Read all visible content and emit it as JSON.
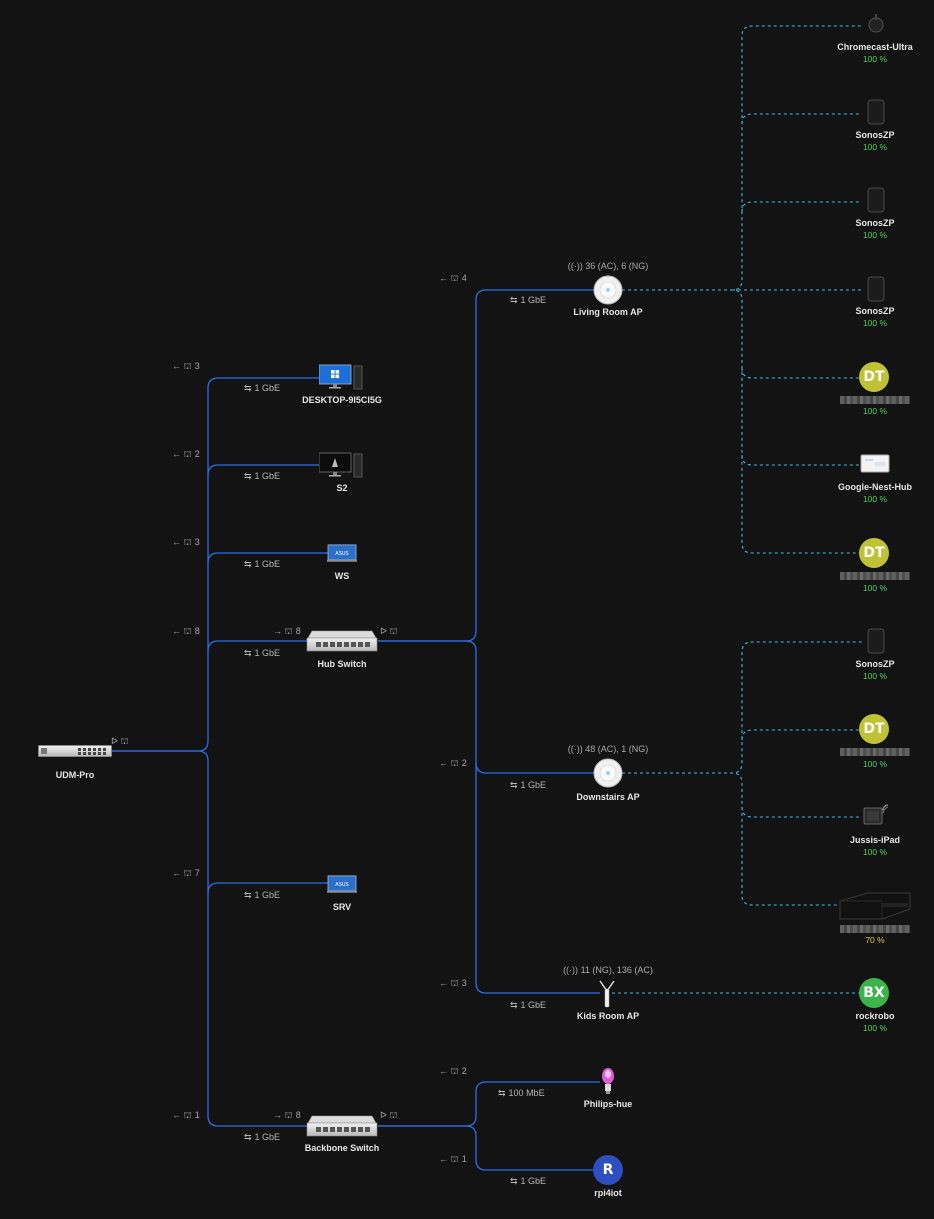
{
  "colors": {
    "background": "#131313",
    "wired_link": "#2d6fe6",
    "wireless_link": "#46b7e6",
    "signal_good": "#4fd164",
    "avatar_dt": "#bfc234",
    "avatar_bx": "#3bb54a",
    "avatar_r": "#2d4fbf"
  },
  "gateway": {
    "label": "UDM-Pro",
    "icon": "udm-pro-device-icon"
  },
  "gateway_ports": [
    {
      "port": "3",
      "speed": "1 GbE",
      "device": "DESKTOP-9I5CI5G",
      "icon": "windows-desktop-icon"
    },
    {
      "port": "2",
      "speed": "1 GbE",
      "device": "S2",
      "icon": "linux-desktop-icon"
    },
    {
      "port": "3",
      "speed": "1 GbE",
      "device": "WS",
      "icon": "asus-laptop-icon"
    },
    {
      "port": "8",
      "speed": "1 GbE",
      "device": "Hub Switch",
      "icon": "switch-device-icon"
    },
    {
      "port": "7",
      "speed": "1 GbE",
      "device": "SRV",
      "icon": "asus-laptop-icon"
    },
    {
      "port": "1",
      "speed": "1 GbE",
      "device": "Backbone Switch",
      "icon": "switch-device-icon"
    }
  ],
  "hub_switch": {
    "uplink_port": "8",
    "downlinks": [
      {
        "port": "4",
        "speed": "1 GbE",
        "device": "Living Room AP",
        "ssid": "36 (AC), 6 (NG)"
      },
      {
        "port": "2",
        "speed": "1 GbE",
        "device": "Downstairs AP",
        "ssid": "48 (AC), 1 (NG)"
      },
      {
        "port": "3",
        "speed": "1 GbE",
        "device": "Kids Room AP",
        "ssid": "11 (NG), 136 (AC)"
      }
    ]
  },
  "backbone_switch": {
    "uplink_port": "8",
    "downlinks": [
      {
        "port": "2",
        "speed": "100 MbE",
        "device": "Philips-hue",
        "icon": "hue-bulb-icon"
      },
      {
        "port": "1",
        "speed": "1 GbE",
        "device": "rpi4iot",
        "avatar": "R"
      }
    ]
  },
  "living_room_clients": [
    {
      "name": "Chromecast-Ultra",
      "signal": "100 %",
      "icon": "chromecast-icon"
    },
    {
      "name": "SonosZP",
      "signal": "100 %",
      "icon": "sonos-speaker-icon"
    },
    {
      "name": "SonosZP",
      "signal": "100 %",
      "icon": "sonos-speaker-icon"
    },
    {
      "name": "SonosZP",
      "signal": "100 %",
      "icon": "sonos-speaker-icon"
    },
    {
      "name": "",
      "signal": "100 %",
      "avatar": "DT"
    },
    {
      "name": "Google-Nest-Hub",
      "signal": "100 %",
      "icon": "nest-hub-icon"
    },
    {
      "name": "",
      "signal": "100 %",
      "avatar": "DT"
    }
  ],
  "downstairs_clients": [
    {
      "name": "SonosZP",
      "signal": "100 %",
      "icon": "sonos-speaker-icon"
    },
    {
      "name": "",
      "signal": "100 %",
      "avatar": "DT"
    },
    {
      "name": "Jussis-iPad",
      "signal": "100 %",
      "icon": "ipad-icon"
    },
    {
      "name": "",
      "signal": "70 %",
      "icon": "playstation-icon"
    }
  ],
  "kids_room_clients": [
    {
      "name": "rockrobo",
      "signal": "100 %",
      "avatar": "BX"
    }
  ]
}
